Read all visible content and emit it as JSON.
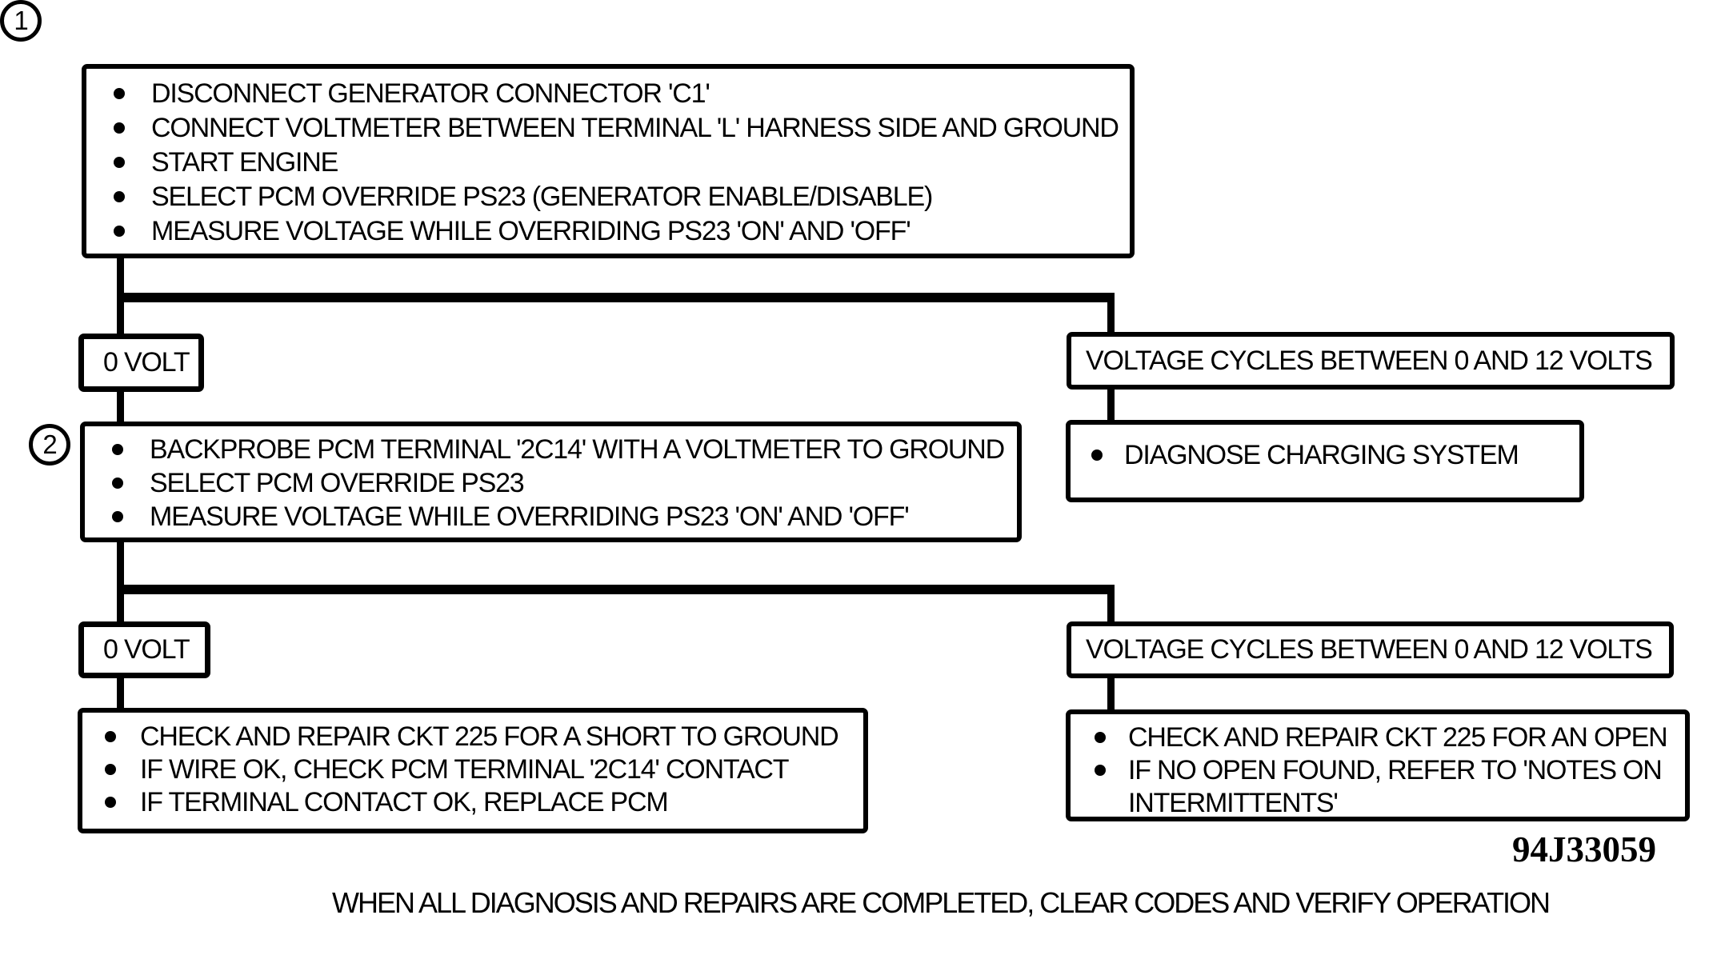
{
  "palette": {
    "ink": "#000000",
    "paper": "#ffffff"
  },
  "flowchart": {
    "step1": {
      "badge": "1",
      "bullets": [
        "DISCONNECT GENERATOR CONNECTOR 'C1'",
        "CONNECT VOLTMETER BETWEEN TERMINAL 'L' HARNESS SIDE AND GROUND",
        "START ENGINE",
        "SELECT PCM OVERRIDE PS23 (GENERATOR ENABLE/DISABLE)",
        "MEASURE VOLTAGE WHILE OVERRIDING PS23 'ON' AND 'OFF'"
      ]
    },
    "branch1": {
      "left": {
        "label": "0 VOLT"
      },
      "right": {
        "label": "VOLTAGE CYCLES BETWEEN 0 AND 12 VOLTS"
      }
    },
    "step2": {
      "badge": "2",
      "bullets": [
        "BACKPROBE PCM TERMINAL '2C14' WITH A VOLTMETER TO GROUND",
        "SELECT PCM OVERRIDE PS23",
        "MEASURE VOLTAGE WHILE OVERRIDING PS23 'ON' AND 'OFF'"
      ]
    },
    "diagnose_charging": {
      "bullets": [
        "DIAGNOSE CHARGING SYSTEM"
      ]
    },
    "branch2": {
      "left": {
        "label": "0 VOLT"
      },
      "right": {
        "label": "VOLTAGE CYCLES BETWEEN 0 AND 12 VOLTS"
      }
    },
    "repair_left": {
      "bullets": [
        "CHECK AND REPAIR CKT 225 FOR A SHORT TO GROUND",
        "IF WIRE OK, CHECK PCM TERMINAL '2C14' CONTACT",
        "IF TERMINAL CONTACT OK, REPLACE PCM"
      ]
    },
    "repair_right": {
      "bullets": [
        "CHECK AND REPAIR CKT 225 FOR AN OPEN",
        "IF NO OPEN FOUND, REFER TO 'NOTES ON INTERMITTENTS'"
      ]
    }
  },
  "footer": {
    "figure_id": "94J33059",
    "note": "WHEN ALL DIAGNOSIS AND REPAIRS ARE COMPLETED, CLEAR CODES AND VERIFY OPERATION"
  }
}
